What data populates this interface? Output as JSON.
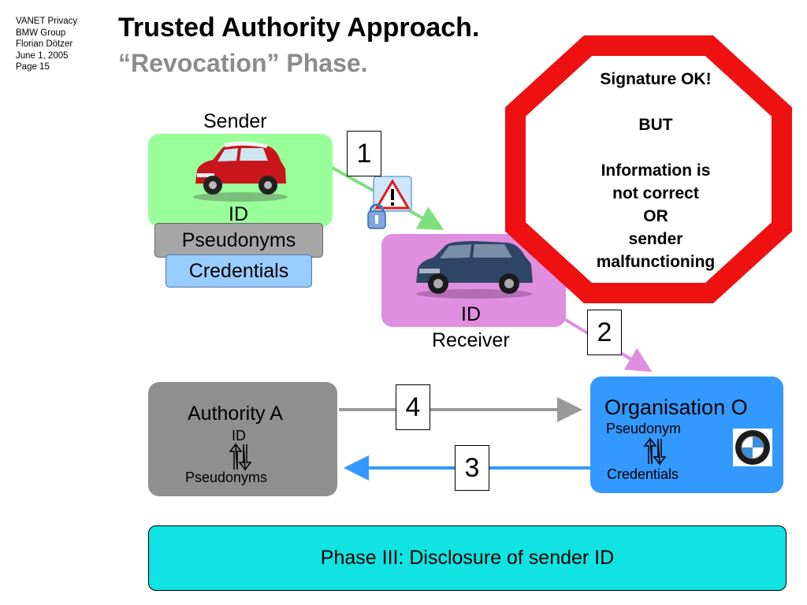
{
  "meta": {
    "lines": [
      "VANET Privacy",
      "BMW Group",
      "Florian Dötzer",
      "June 1, 2005",
      "Page 15"
    ]
  },
  "title": "Trusted Authority Approach.",
  "subtitle": "“Revocation” Phase.",
  "sender": {
    "label": "Sender",
    "id": "ID",
    "pseudonyms": "Pseudonyms",
    "credentials": "Credentials"
  },
  "receiver": {
    "id": "ID",
    "label": "Receiver"
  },
  "authority": {
    "title": "Authority A",
    "id": "ID",
    "pseudonyms": "Pseudonyms"
  },
  "organisation": {
    "title": "Organisation O",
    "pseudonym": "Pseudonym",
    "credentials": "Credentials"
  },
  "steps": [
    "1",
    "2",
    "3",
    "4"
  ],
  "stop_sign": {
    "line1": "Signature OK!",
    "line2": "BUT",
    "line3": "Information is",
    "line4": "not correct",
    "line5": "OR",
    "line6": "sender",
    "line7": "malfunctioning"
  },
  "phase": "Phase III: Disclosure of sender ID",
  "colors": {
    "sender": "#99ff99",
    "receiver": "#e08ee0",
    "authority": "#8f8f8f",
    "organisation": "#3399ff",
    "phase": "#11e2e2",
    "stop_red": "#ee1111"
  }
}
